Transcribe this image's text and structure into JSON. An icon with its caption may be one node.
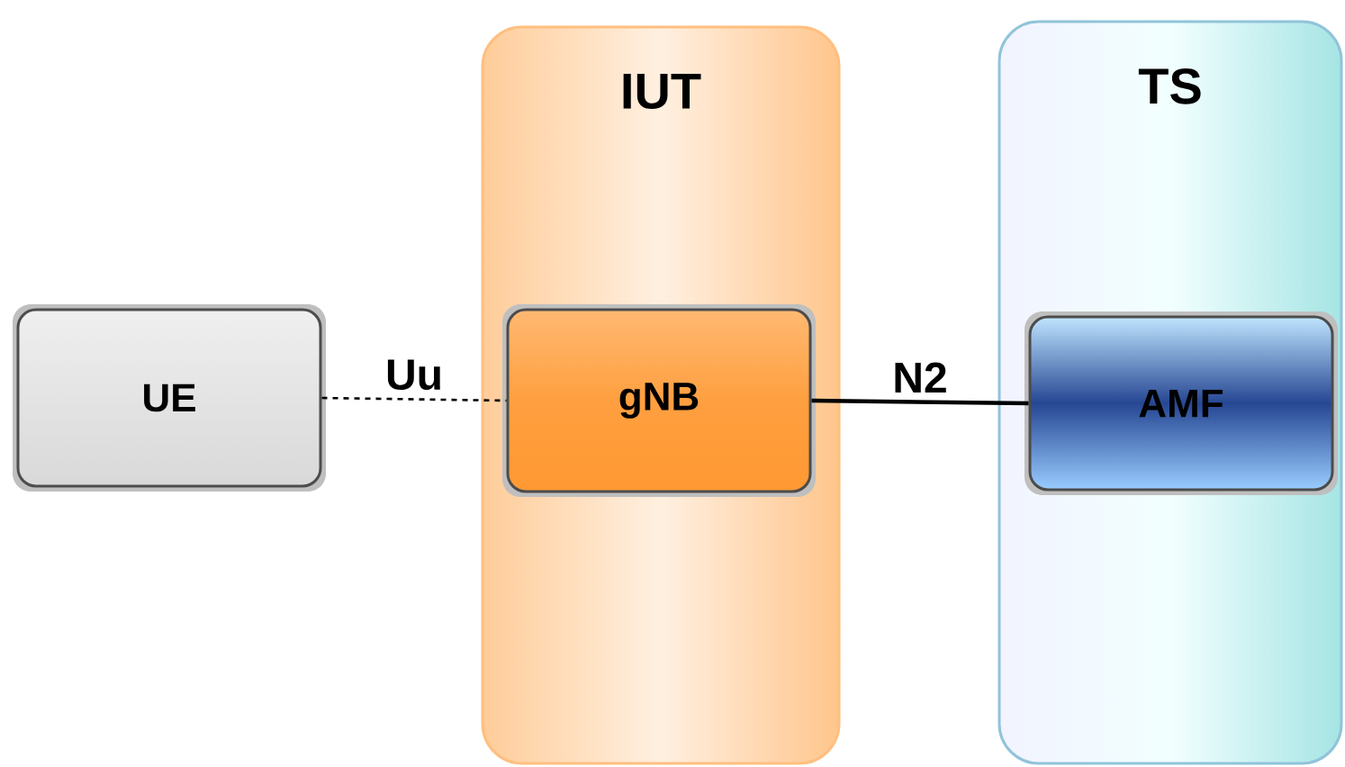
{
  "diagram": {
    "nodes": [
      {
        "text": [
          "UE"
        ]
      },
      {
        "text": [
          "IUT"
        ]
      },
      {
        "text": [
          "gNB"
        ],
        "in": 1
      },
      {
        "text": [
          "TS"
        ]
      },
      {
        "text": [
          "AMF"
        ],
        "in": 3
      }
    ],
    "edges": [
      {
        "from": 0,
        "to": 2,
        "arrow": "none",
        "label": "Uu",
        "style": "dashed"
      },
      {
        "from": 2,
        "to": 4,
        "arrow": "none",
        "label": "N2"
      }
    ]
  }
}
